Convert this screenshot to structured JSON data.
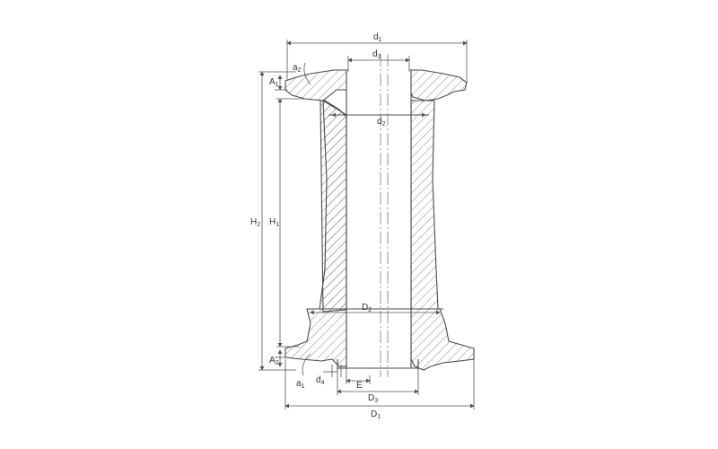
{
  "labels": {
    "d1": {
      "main": "d",
      "sub": "1"
    },
    "d3": {
      "main": "d",
      "sub": "3"
    },
    "d2": {
      "main": "d",
      "sub": "2"
    },
    "d4": {
      "main": "d",
      "sub": "4"
    },
    "D1": {
      "main": "D",
      "sub": "1"
    },
    "D2": {
      "main": "D",
      "sub": "2"
    },
    "D3": {
      "main": "D",
      "sub": "3"
    },
    "H1": {
      "main": "H",
      "sub": "1"
    },
    "H2": {
      "main": "H",
      "sub": "2"
    },
    "A1": {
      "main": "A",
      "sub": "1"
    },
    "A2": {
      "main": "A",
      "sub": "2"
    },
    "a1": {
      "main": "a",
      "sub": "1"
    },
    "a2": {
      "main": "a",
      "sub": "2"
    },
    "E": {
      "main": "E",
      "sub": ""
    }
  },
  "colors": {
    "line": "#4a4a4a",
    "background": "#ffffff"
  }
}
